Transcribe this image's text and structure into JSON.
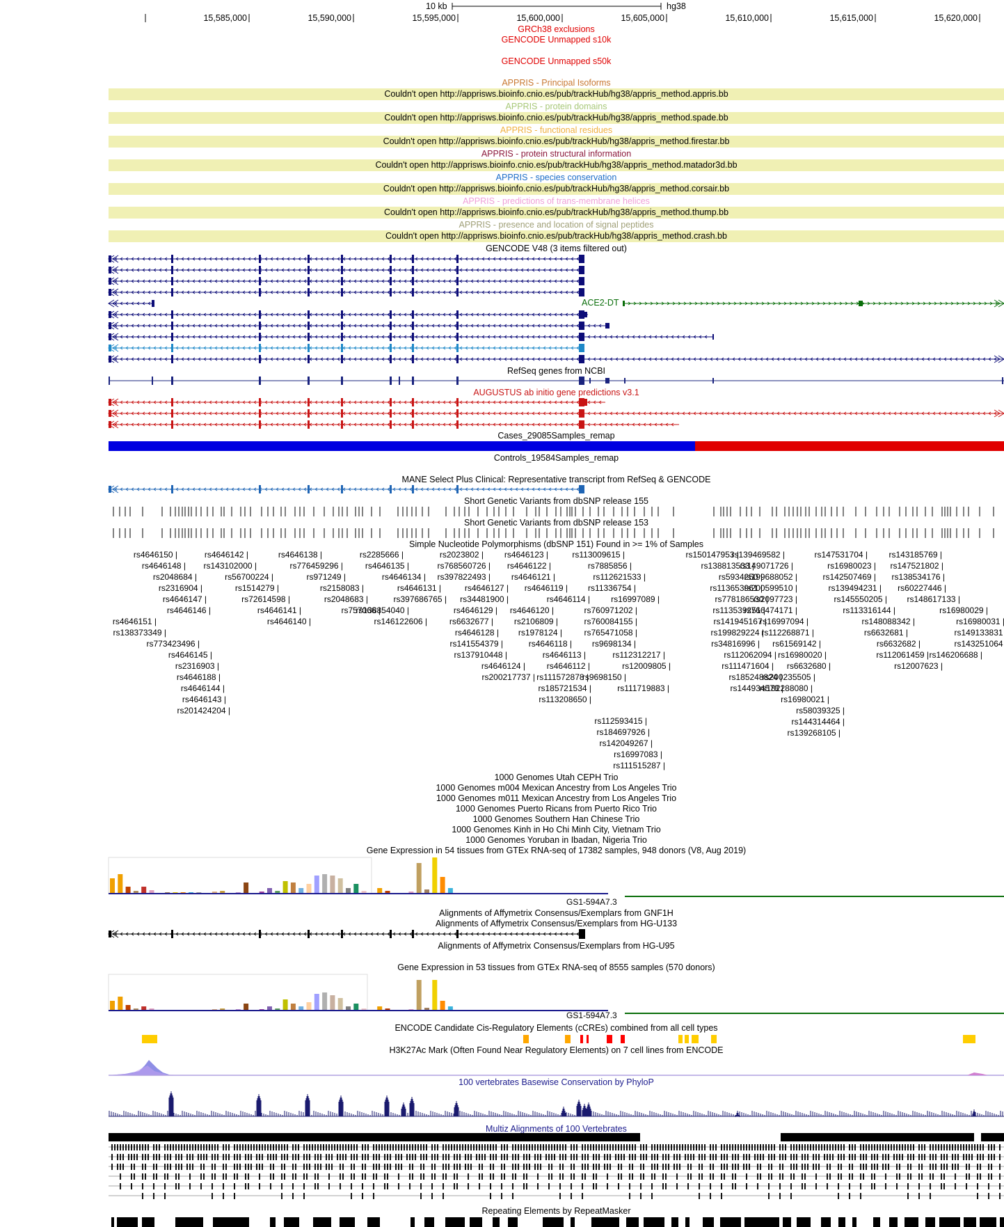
{
  "ruler": {
    "scale_label": "10 kb",
    "assembly": "hg38",
    "positions": [
      "15,585,000",
      "15,590,000",
      "15,595,000",
      "15,600,000",
      "15,605,000",
      "15,610,000",
      "15,615,000",
      "15,620,000"
    ]
  },
  "tracks": {
    "grch38_exclusions": "GRCh38 exclusions",
    "gencode_unmapped_10k": "GENCODE Unmapped s10k",
    "gencode_unmapped_50k": "GENCODE Unmapped s50k",
    "appris": [
      {
        "title": "APPRIS - Principal Isoforms",
        "color": "#c87832",
        "error": "Couldn't open http://apprisws.bioinfo.cnio.es/pub/trackHub/hg38/appris_method.appris.bb"
      },
      {
        "title": "APPRIS - protein domains",
        "color": "#a8c878",
        "error": "Couldn't open http://apprisws.bioinfo.cnio.es/pub/trackHub/hg38/appris_method.spade.bb"
      },
      {
        "title": "APPRIS - functional residues",
        "color": "#f0b040",
        "error": "Couldn't open http://apprisws.bioinfo.cnio.es/pub/trackHub/hg38/appris_method.firestar.bb"
      },
      {
        "title": "APPRIS - protein structural information",
        "color": "#8c1a3c",
        "error": "Couldn't open http://apprisws.bioinfo.cnio.es/pub/trackHub/hg38/appris_method.matador3d.bb"
      },
      {
        "title": "APPRIS - species conservation",
        "color": "#1e6ec8",
        "error": "Couldn't open http://apprisws.bioinfo.cnio.es/pub/trackHub/hg38/appris_method.corsair.bb"
      },
      {
        "title": "APPRIS - predictions of trans-membrane helices",
        "color": "#f0a0d8",
        "error": "Couldn't open http://apprisws.bioinfo.cnio.es/pub/trackHub/hg38/appris_method.thump.bb"
      },
      {
        "title": "APPRIS - presence and location of signal peptides",
        "color": "#a0a078",
        "error": "Couldn't open http://apprisws.bioinfo.cnio.es/pub/trackHub/hg38/appris_method.crash.bb"
      }
    ],
    "gencode": "GENCODE V48 (3 items filtered out)",
    "ace2_dt": "ACE2-DT",
    "refseq": "RefSeq genes from NCBI",
    "augustus": "AUGUSTUS ab initio gene predictions v3.1",
    "cases": "Cases_29085Samples_remap",
    "controls": "Controls_19584Samples_remap",
    "mane": "MANE Select Plus Clinical: Representative transcript from RefSeq & GENCODE",
    "dbsnp155": "Short Genetic Variants from dbSNP release 155",
    "dbsnp153": "Short Genetic Variants from dbSNP release 153",
    "snp151": "Simple Nucleotide Polymorphisms (dbSNP 151) Found in >= 1% of Samples",
    "trios": [
      "1000 Genomes Utah CEPH Trio",
      "1000 Genomes m004 Mexican Ancestry from Los Angeles Trio",
      "1000 Genomes m011 Mexican Ancestry from Los Angeles Trio",
      "1000 Genomes Puerto Ricans from Puerto Rico Trio",
      "1000 Genomes Southern Han Chinese Trio",
      "1000 Genomes Kinh in Ho Chi Minh City, Vietnam Trio",
      "1000 Genomes Yoruban in Ibadan, Nigeria Trio"
    ],
    "gtex_v8": "Gene Expression in 54 tissues from GTEx RNA-seq of 17382 samples, 948 donors (V8, Aug 2019)",
    "gtex_gene_1": "GS1-594A7.3",
    "affy_gnf1h": "Alignments of Affymetrix Consensus/Exemplars from GNF1H",
    "affy_u133": "Alignments of Affymetrix Consensus/Exemplars from HG-U133",
    "affy_u95": "Alignments of Affymetrix Consensus/Exemplars from HG-U95",
    "gtex_old": "Gene Expression in 53 tissues from GTEx RNA-seq of 8555 samples (570 donors)",
    "gtex_gene_2": "GS1-594A7.3",
    "encode_ccre": "ENCODE Candidate Cis-Regulatory Elements (cCREs) combined from all cell types",
    "h3k27ac": "H3K27Ac Mark (Often Found Near Regulatory Elements) on 7 cell lines from ENCODE",
    "phylop": "100 vertebrates Basewise Conservation by PhyloP",
    "multiz": "Multiz Alignments of 100 Vertebrates",
    "repeatmasker": "Repeating Elements by RepeatMasker"
  },
  "snps": {
    "col1": [
      "rs4646150",
      "rs4646148",
      "rs2048684",
      "rs2316904",
      "rs4646147",
      "rs4646146",
      "rs4646151",
      "rs138373349",
      "rs773423496",
      "rs4646145",
      "rs2316903",
      "rs4646188",
      "rs4646144",
      "rs4646143",
      "rs201424204"
    ],
    "col2": [
      "rs4646142",
      "rs143102000",
      "rs56700224",
      "rs1514279",
      "rs72614598",
      "rs4646141",
      "rs4646140"
    ],
    "col3": [
      "rs4646138",
      "rs776459296",
      "rs971249",
      "rs2158083",
      "rs2048683",
      "rs757066"
    ],
    "col4": [
      "rs2285666",
      "rs4646135",
      "rs4646134",
      "rs4646131",
      "rs397686765",
      "rs138854040",
      "rs146122606"
    ],
    "col5": [
      "rs2023802",
      "rs768560726",
      "rs397822493",
      "rs4646127",
      "rs34481900",
      "rs4646129",
      "rs6632677",
      "rs4646128",
      "rs141554379",
      "rs137910448",
      "rs4646124",
      "rs200217737"
    ],
    "col6": [
      "rs4646123",
      "rs4646122",
      "rs4646121",
      "rs4646119",
      "rs4646114",
      "rs4646120",
      "rs2106809",
      "rs1978124",
      "rs4646118",
      "rs4646113",
      "rs4646112",
      "rs111572878",
      "rs185721534",
      "rs113208650"
    ],
    "col7": [
      "rs113009615",
      "rs7885856",
      "rs112621533",
      "rs11336754",
      "rs16997089",
      "rs760971202",
      "rs760084155",
      "rs765471058",
      "rs9698134",
      "rs112312217",
      "rs12009805",
      "rs9698150",
      "rs111719883"
    ],
    "col7b": [
      "rs112593415",
      "rs184697926",
      "rs142049267",
      "rs16997083",
      "rs111515287"
    ],
    "col8": [
      "rs150147953",
      "rs138813533",
      "rs5934250",
      "rs113653961",
      "rs778186530",
      "rs113539251",
      "rs141945167",
      "rs199829224",
      "rs34816996",
      "rs112062094",
      "rs111471604",
      "rs185248824",
      "rs144934578"
    ],
    "col9": [
      "rs139469582",
      "rs149071726",
      "rs199688052",
      "rs200599510",
      "rs2097723",
      "rs766474171",
      "rs16997094",
      "rs112268871",
      "rs61569142",
      "rs16980020",
      "rs6632680",
      "rs200235505",
      "rs182288080",
      "rs16980021",
      "rs58039325",
      "rs144314464",
      "rs139268105"
    ],
    "col10": [
      "rs147531704",
      "rs16980023",
      "rs142507469",
      "rs139494231",
      "rs145550205",
      "rs113316144",
      "rs148088342",
      "rs6632681",
      "rs6632682",
      "rs112061459",
      "rs12007623"
    ],
    "col11": [
      "rs143185769",
      "rs147521802",
      "rs138534176",
      "rs60227446",
      "rs148617133",
      "rs16980029",
      "rs16980031",
      "rs149133831",
      "rs143251064",
      "rs146206688"
    ]
  },
  "colors": {
    "gencode_navy": "#0c0c78",
    "gencode_blue": "#1a237e",
    "gencode_cyan": "#1e88c8",
    "ace2dt_green": "#0a6e0a",
    "augustus_red": "#c81414",
    "cases_blue": "#0000e0",
    "cases_red": "#e00000",
    "mane_blue": "#1e64b4",
    "appris_error_bg": "#f0f0b4",
    "gencode_unmapped_red": "#e00000",
    "phylop_navy": "#1a1a6e",
    "multiz_black": "#000000",
    "highlight_snp": "#0000ff"
  }
}
